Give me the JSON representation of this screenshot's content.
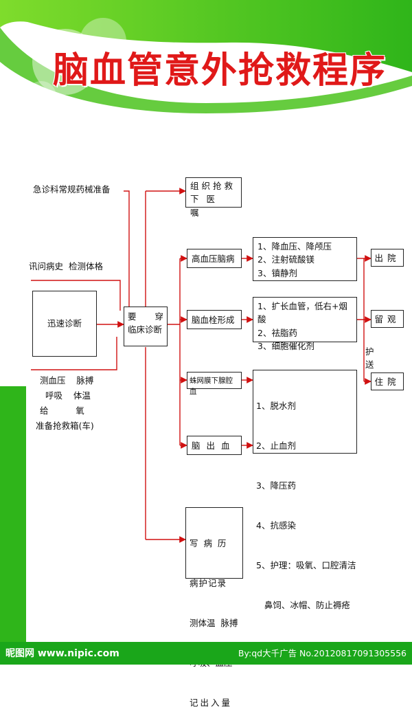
{
  "title": "脑血管意外抢救程序",
  "left": {
    "prep_text": "急诊科常规药械准备",
    "history_text": "讯问病史  检测体格",
    "rapid_dx": "迅速诊断",
    "vitals": [
      "测血压    脉搏",
      "  呼吸    体温",
      "给          氧",
      "准备抢救箱(车)"
    ]
  },
  "center": {
    "line1_left": "要",
    "line1_right": "穿",
    "line2": "临床诊断"
  },
  "top_box": {
    "line1": "组织抢救",
    "line2": "下医嘱"
  },
  "categories": [
    {
      "label": "高血压脑病",
      "items": [
        "1、降血压、降颅压",
        "2、注射硫酸镁",
        "3、镇静剂"
      ]
    },
    {
      "label": "脑血栓形成",
      "items": [
        "1、扩长血管，低右+烟酸",
        "2、祛脂药",
        "3、细胞催化剂"
      ]
    },
    {
      "label": "蛛网膜下腺腔血",
      "items": [
        "1、脱水剂",
        "2、止血剂",
        "3、降压药",
        "4、抗感染",
        "5、护理：吸氧、口腔清洁",
        "   鼻饲、冰帽、防止褥疮"
      ]
    },
    {
      "label": "脑出血"
    }
  ],
  "outcomes": {
    "out": "出院",
    "observe": "留观",
    "admit": "住院",
    "escort": "护送"
  },
  "records": [
    "写  病  历",
    "病护记录",
    "测体温  脉搏",
    "呼吸、血压",
    "记出入量"
  ],
  "footer": {
    "left": "昵图网 www.nipic.com",
    "right": "By:qd大千广告  No.20120817091305556"
  },
  "colors": {
    "green": "#3bc41d",
    "red": "#d01010"
  }
}
